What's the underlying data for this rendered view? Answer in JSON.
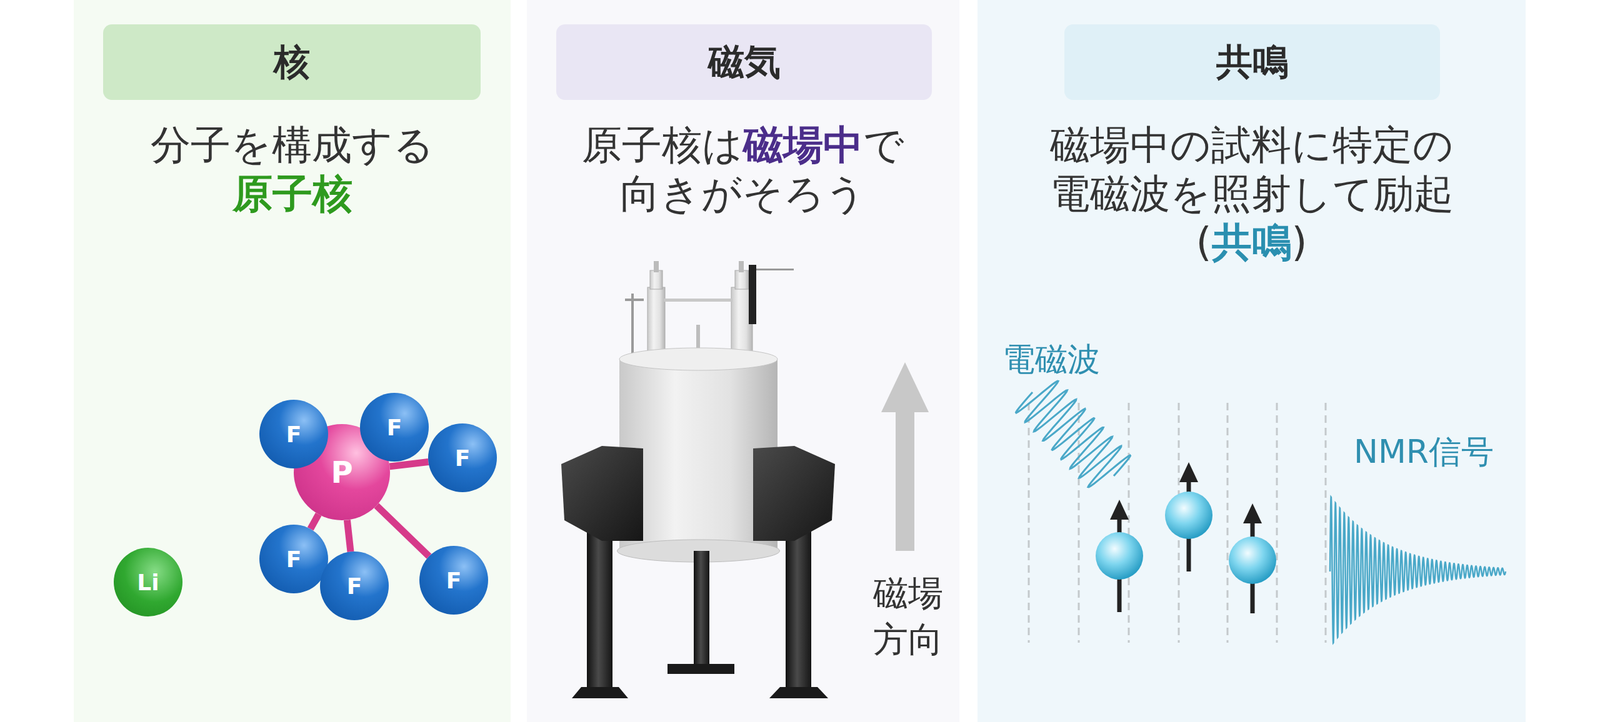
{
  "diagram": {
    "nodes": [
      {
        "text": [
          "分子を構成する",
          "原子核"
        ]
      },
      {
        "text": [
          "核"
        ],
        "in": 0
      },
      {
        "text": [
          "P"
        ],
        "in": 0
      },
      {
        "text": [
          "F"
        ],
        "in": 0
      },
      {
        "text": [
          "F"
        ],
        "in": 0
      },
      {
        "text": [
          "F"
        ],
        "in": 0
      },
      {
        "text": [
          "F"
        ],
        "in": 0
      },
      {
        "text": [
          "F"
        ],
        "in": 0
      },
      {
        "text": [
          "F"
        ],
        "in": 0
      },
      {
        "text": [
          "Li"
        ],
        "in": 0
      },
      {
        "text": [
          "原子核は",
          "磁場中",
          "で",
          "向きがそろう"
        ]
      },
      {
        "text": [
          "磁気"
        ],
        "in": 10
      },
      {
        "text": [
          "磁場中の試料に特定の 電磁波を照射して励起",
          "(",
          "共鳴",
          ")"
        ]
      },
      {
        "text": [
          "共鳴"
        ],
        "in": 12
      }
    ],
    "edges": [
      {
        "from": 2,
        "to": 3,
        "arrow": "none"
      },
      {
        "from": 2,
        "to": 4,
        "arrow": "none"
      },
      {
        "from": 2,
        "to": 5,
        "arrow": "none"
      },
      {
        "from": 2,
        "to": 6,
        "arrow": "none"
      },
      {
        "from": 2,
        "to": 7,
        "arrow": "none"
      },
      {
        "from": 2,
        "to": 8,
        "arrow": "none"
      }
    ],
    "labels": [
      "磁場 方向",
      "電磁波",
      "NMR信号"
    ]
  }
}
